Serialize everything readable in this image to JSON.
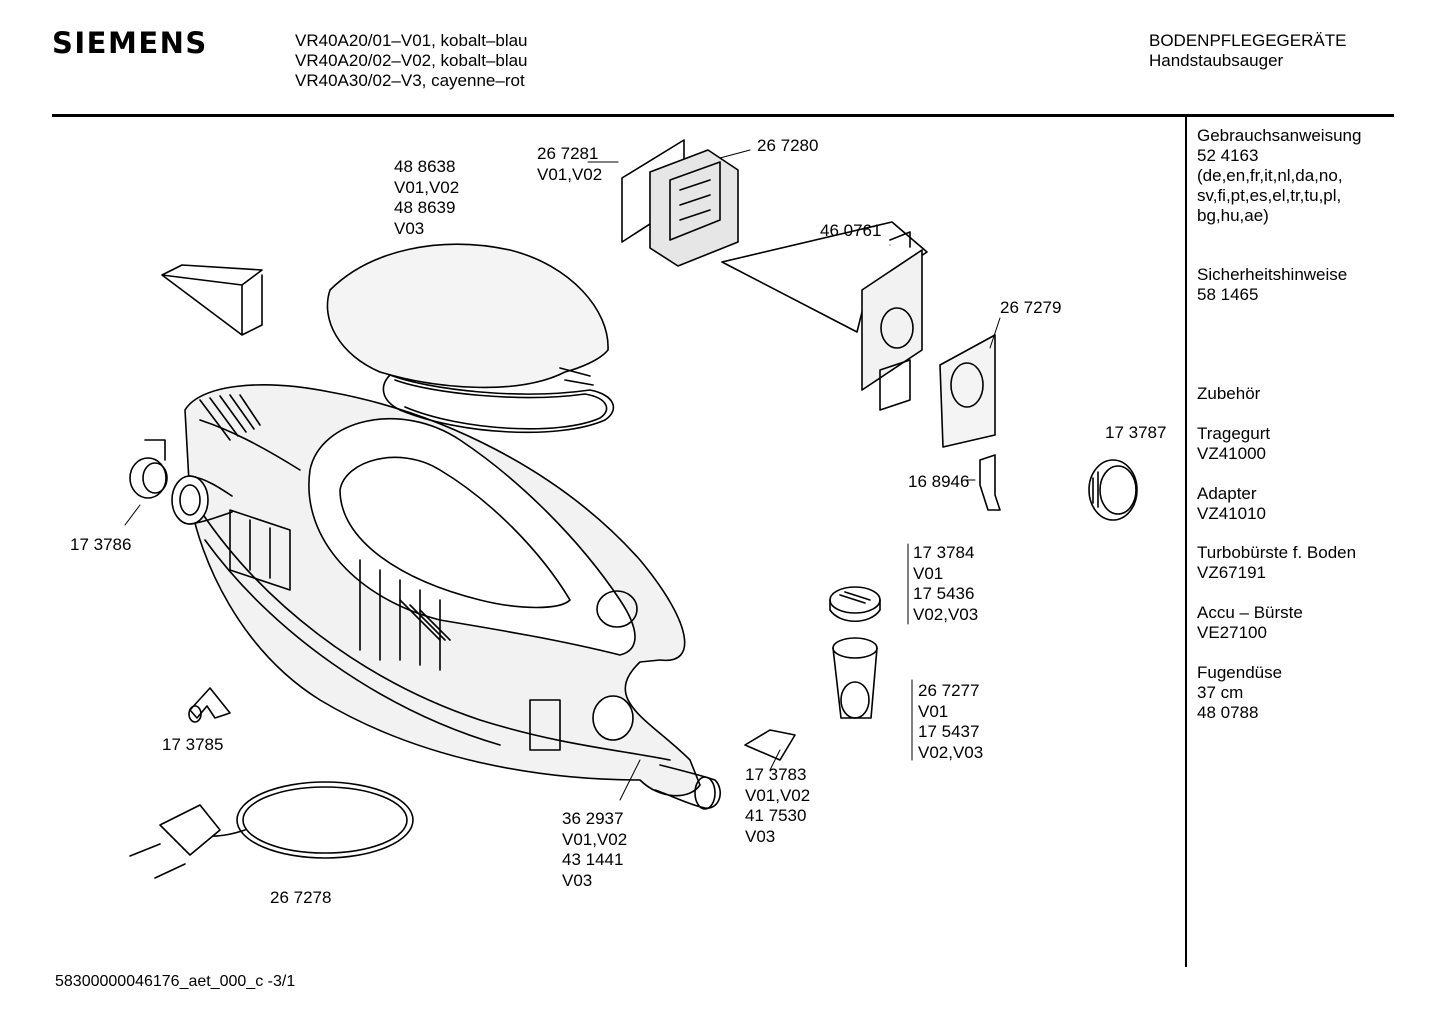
{
  "header": {
    "brand": "SIEMENS",
    "models": "VR40A20/01–V01, kobalt–blau\nVR40A20/02–V02, kobalt–blau\nVR40A30/02–V3, cayenne–rot",
    "category": "BODENPFLEGEGERÄTE\nHandstaubsauger"
  },
  "sidebar": {
    "manual": "Gebrauchsanweisung\n52 4163\n(de,en,fr,it,nl,da,no,\nsv,fi,pt,es,el,tr,tu,pl,\nbg,hu,ae)",
    "safety": "Sicherheitshinweise\n58 1465",
    "accessories": "Zubehör",
    "strap": "Tragegurt\nVZ41000",
    "adapter": "Adapter\nVZ41010",
    "turbo": "Turbobürste f. Boden\nVZ67191",
    "accu": "Accu – Bürste\nVE27100",
    "crevice": "Fugendüse\n37 cm\n48 0788"
  },
  "parts": {
    "p488638": "48 8638\nV01,V02\n48 8639\nV03",
    "p267281": "26 7281\nV01,V02",
    "p267280": "26 7280",
    "p460761": "46 0761",
    "p267279": "26 7279",
    "p173787": "17 3787",
    "p168946": "16 8946",
    "p173786": "17 3786",
    "p173784": "17 3784\nV01\n17 5436\nV02,V03",
    "p267277": "26 7277\nV01\n17 5437\nV02,V03",
    "p173785": "17 3785",
    "p173783": "17 3783\nV01,V02\n41 7530\nV03",
    "p362937": "36 2937\nV01,V02\n43 1441\nV03",
    "p267278": "26 7278"
  },
  "footer": {
    "doc_id": "58300000046176_aet_000_c -3/1"
  }
}
